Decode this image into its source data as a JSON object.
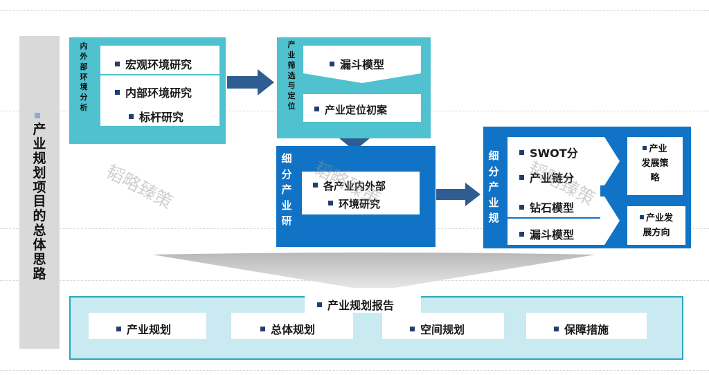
{
  "sidebar": {
    "title_chars": [
      "产",
      "业",
      "规",
      "划",
      "项",
      "目",
      "的",
      "总",
      "体",
      "思",
      "路"
    ],
    "accent": "#8aa9d6"
  },
  "box1": {
    "label_chars": [
      "内",
      "外",
      "部",
      "环",
      "境",
      "分",
      "析"
    ],
    "items": [
      "宏观环境研究",
      "内部环境研究",
      "标杆研究"
    ]
  },
  "box2": {
    "label_chars": [
      "产",
      "业",
      "筛",
      "选",
      "与",
      "定",
      "位"
    ],
    "items": [
      "漏斗模型",
      "产业定位初案"
    ]
  },
  "box3": {
    "label_chars": [
      "细",
      "分",
      "产",
      "业",
      "研"
    ],
    "items": [
      "各产业内外部",
      "环境研究"
    ]
  },
  "box4": {
    "label_chars": [
      "细",
      "分",
      "产",
      "业",
      "规"
    ],
    "items": [
      "SWOT分",
      "产业链分",
      "钻石模型",
      "漏斗模型"
    ],
    "outputs": [
      {
        "lines": [
          "产业",
          "发展策",
          "略"
        ]
      },
      {
        "lines": [
          "产业发",
          "展方向"
        ]
      }
    ]
  },
  "report": {
    "title": "产业规划报告",
    "items": [
      "产业规划",
      "总体规划",
      "空间规划",
      "保障措施"
    ]
  },
  "watermark": {
    "text": "韬略臻策"
  },
  "colors": {
    "cyan": "#4fc1cf",
    "blue": "#1173c6",
    "arrow": "#2f5d91",
    "light": "#c9eaf0",
    "bullet": "#1f3f6e"
  }
}
